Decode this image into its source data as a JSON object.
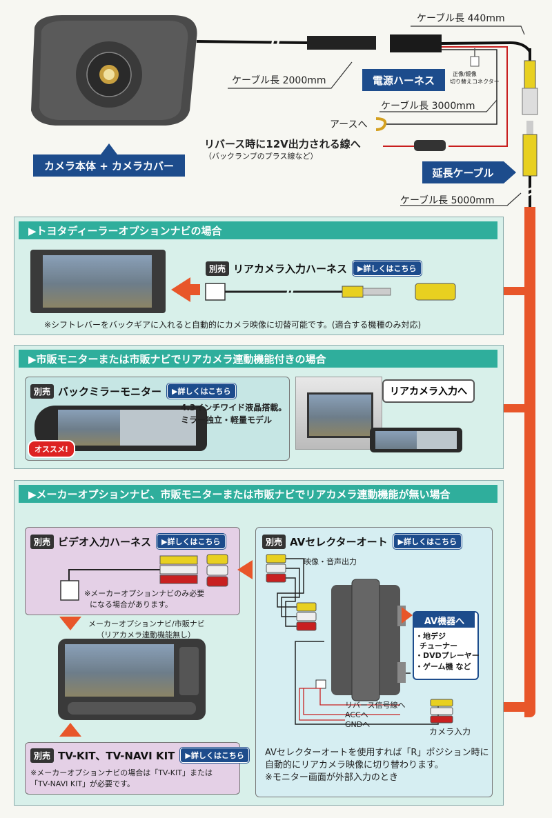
{
  "top": {
    "cable_440": "ケーブル長 440mm",
    "cable_2000": "ケーブル長 2000mm",
    "power_harness": "電源ハーネス",
    "connector_note_1": "正像/鏡像",
    "connector_note_2": "切り替えコネクター",
    "cable_3000": "ケーブル長 3000mm",
    "earth": "アースへ",
    "reverse_line": "リバース時に12V出力される線へ",
    "reverse_sub": "（バックランプのプラス線など）",
    "camera_label": "カメラ本体 + カメラカバー",
    "extension": "延長ケーブル",
    "cable_5000": "ケーブル長 5000mm"
  },
  "section1": {
    "title": "▶トヨタディーラーオプションナビの場合",
    "betsu": "別売",
    "product": "リアカメラ入力ハーネス",
    "detail": "▶詳しくはこちら",
    "note": "※シフトレバーをバックギアに入れると自動的にカメラ映像に切替可能です。(適合する機種のみ対応)"
  },
  "section2": {
    "title": "▶市販モニターまたは市販ナビでリアカメラ連動機能付きの場合",
    "betsu": "別売",
    "product": "バックミラーモニター",
    "detail": "▶詳しくはこちら",
    "spec1": "4.3インチワイド液晶搭載。",
    "spec2": "ミラー独立・軽量モデル",
    "recommend": "オススメ!",
    "rear_input": "リアカメラ入力へ"
  },
  "section3": {
    "title": "▶メーカーオプションナビ、市販モニターまたは市販ナビでリアカメラ連動機能が無い場合",
    "video": {
      "betsu": "別売",
      "product": "ビデオ入力ハーネス",
      "detail": "▶詳しくはこちら",
      "note1": "※メーカーオプションナビのみ必要",
      "note2": "になる場合があります。"
    },
    "navi_label1": "メーカーオプションナビ/市販ナビ",
    "navi_label2": "（リアカメラ連動機能無し）",
    "av": {
      "betsu": "別売",
      "product": "AVセレクターオート",
      "detail": "▶詳しくはこちら",
      "io": "映像・音声出力"
    },
    "av_devices": {
      "title": "AV機器へ",
      "i1": "・地デジ",
      "i2": "チューナー",
      "i3": "・DVDプレーヤー",
      "i4": "・ゲーム機 など"
    },
    "reverse_signal": "リバース信号線へ",
    "acc": "ACCへ",
    "gnd": "GNDへ",
    "camera_input": "カメラ入力",
    "tvkit": {
      "betsu": "別売",
      "product": "TV-KIT、TV-NAVI KIT",
      "detail": "▶詳しくはこちら",
      "note1": "※メーカーオプションナビの場合は「TV-KIT」または",
      "note2": "「TV-NAVI KIT」が必要です。"
    },
    "desc1": "AVセレクターオートを使用すれば「R」ポジション時に",
    "desc2": "自動的にリアカメラ映像に切り替わります。",
    "desc3": "※モニター画面が外部入力のとき"
  }
}
